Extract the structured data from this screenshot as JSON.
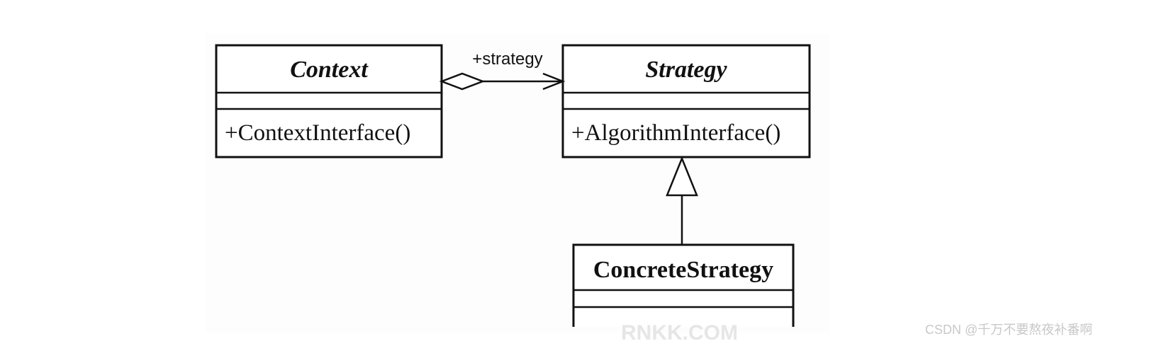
{
  "diagram": {
    "classes": {
      "context": {
        "name": "Context",
        "operation": "+ContextInterface()"
      },
      "strategy": {
        "name": "Strategy",
        "operation": "+AlgorithmInterface()"
      },
      "concrete": {
        "name": "ConcreteStrategy"
      }
    },
    "association": {
      "role": "+strategy",
      "kind": "aggregation"
    },
    "generalization": {
      "from": "ConcreteStrategy",
      "to": "Strategy"
    }
  },
  "watermark": {
    "left": "RNKK.COM",
    "right": "CSDN @千万不要熬夜补番啊"
  }
}
